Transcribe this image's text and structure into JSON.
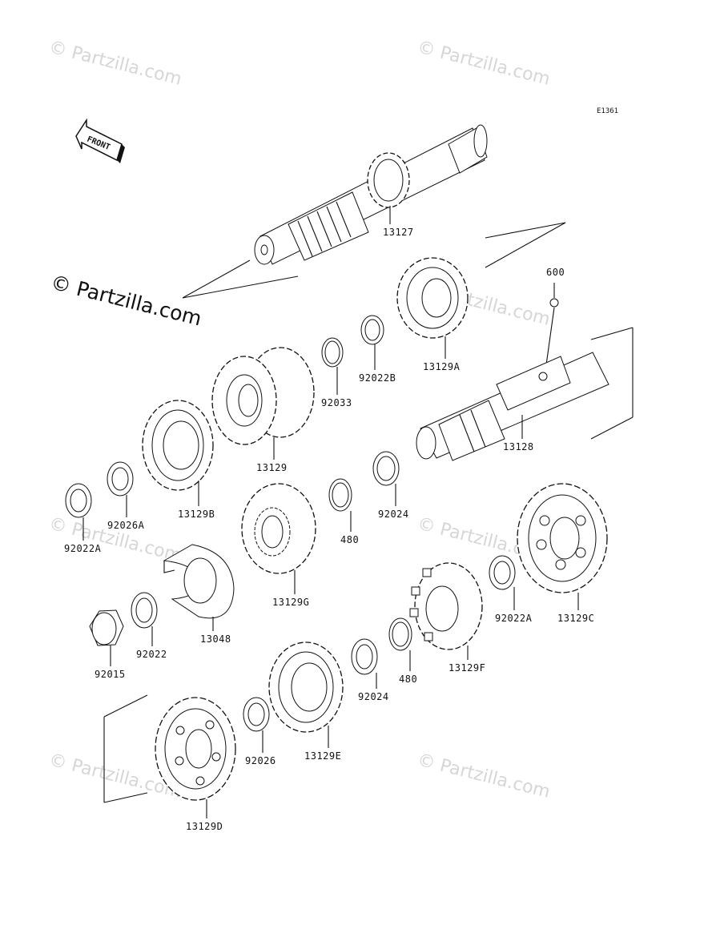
{
  "diagram": {
    "ref_code": "E1361",
    "front_label": "FRONT",
    "watermark_text": "© Partzilla.com",
    "parts": {
      "p13127": "13127",
      "p600": "600",
      "p13129A": "13129A",
      "p92022B": "92022B",
      "p92033": "92033",
      "p13128": "13128",
      "p13129": "13129",
      "p13129B": "13129B",
      "p92026A": "92026A",
      "p92022A_left": "92022A",
      "p92024_top": "92024",
      "p480_top": "480",
      "p13129G": "13129G",
      "p13129C": "13129C",
      "p92022A_right": "92022A",
      "p13048": "13048",
      "p92022": "92022",
      "p92015": "92015",
      "p13129F": "13129F",
      "p480_bottom": "480",
      "p92024_bottom": "92024",
      "p92026": "92026",
      "p13129E": "13129E",
      "p13129D": "13129D"
    }
  },
  "colors": {
    "line": "#111111",
    "watermark": "#d6d6d6",
    "background": "#ffffff"
  }
}
